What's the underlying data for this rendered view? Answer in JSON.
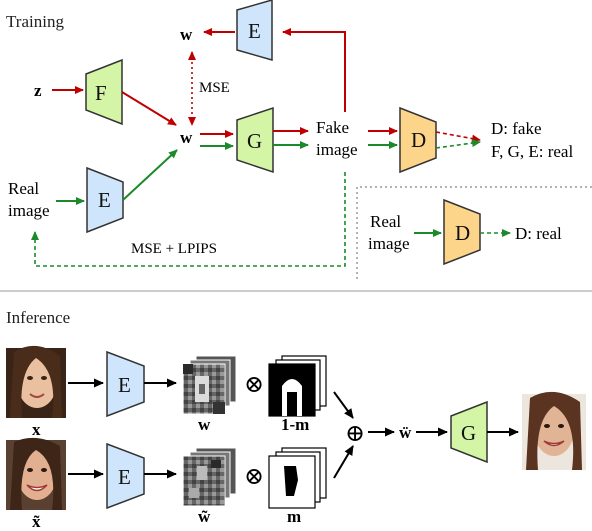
{
  "sections": {
    "training": "Training",
    "inference": "Inference"
  },
  "training": {
    "z": "z",
    "w_top": "w",
    "w_mid": "w",
    "mse": "MSE",
    "real_image": [
      "Real",
      "image"
    ],
    "fake_image": [
      "Fake",
      "image"
    ],
    "d_fake": "D: fake",
    "fge_real": "F, G, E: real",
    "mse_lpips": "MSE + LPIPS",
    "inset": {
      "real_image": [
        "Real",
        "image"
      ],
      "d_real": "D: real"
    },
    "networks": {
      "F": "F",
      "E_top": "E",
      "E_bottom": "E",
      "G": "G",
      "D": "D",
      "D_inset": "D"
    }
  },
  "inference": {
    "x": "x",
    "x_tilde": "x̃",
    "w": "w",
    "w_tilde": "w̃",
    "one_minus_m": "1-m",
    "m": "m",
    "w_double_dot": "ẅ",
    "otimes": "⊗",
    "oplus": "⊕",
    "networks": {
      "E_top": "E",
      "E_bottom": "E",
      "G": "G"
    }
  },
  "colors": {
    "red": "#c00000",
    "green": "#1a8a2a",
    "blue_box": "#cfe5fb",
    "green_box": "#d4f4a6",
    "orange_box": "#fdd58a",
    "divider": "#bbbbbb"
  }
}
